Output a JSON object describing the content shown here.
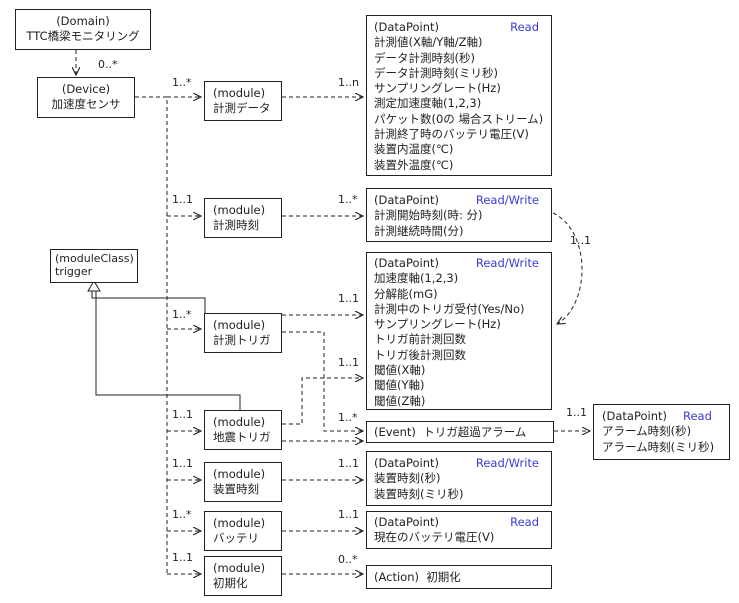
{
  "domain_box": {
    "stereotype": "(Domain)",
    "name": "TTC橋梁モニタリング"
  },
  "device_box": {
    "stereotype": "(Device)",
    "name": "加速度センサ"
  },
  "module_class": {
    "stereotype": "(moduleClass)",
    "name": "trigger"
  },
  "modules": [
    {
      "stereotype": "(module)",
      "name": "計測データ"
    },
    {
      "stereotype": "(module)",
      "name": "計測時刻"
    },
    {
      "stereotype": "(module)",
      "name": "計測トリガ"
    },
    {
      "stereotype": "(module)",
      "name": "地震トリガ"
    },
    {
      "stereotype": "(module)",
      "name": "装置時刻"
    },
    {
      "stereotype": "(module)",
      "name": "バッテリ"
    },
    {
      "stereotype": "(module)",
      "name": "初期化"
    }
  ],
  "datapoints": [
    {
      "stereotype": "(DataPoint)",
      "access": "Read",
      "items": [
        "計測値(X軸/Y軸/Z軸)",
        "データ計測時刻(秒)",
        "データ計測時刻(ミリ秒)",
        "サンプリングレート(Hz)",
        "測定加速度軸(1,2,3)",
        "パケット数(0の 場合ストリーム)",
        "計測終了時のバッテリ電圧(V)",
        "装置内温度(℃)",
        "装置外温度(℃)"
      ]
    },
    {
      "stereotype": "(DataPoint)",
      "access": "Read/Write",
      "items": [
        "計測開始時刻(時: 分)",
        "計測継続時間(分)"
      ]
    },
    {
      "stereotype": "(DataPoint)",
      "access": "Read/Write",
      "items": [
        "加速度軸(1,2,3)",
        "分解能(mG)",
        "計測中のトリガ受付(Yes/No)",
        "サンプリングレート(Hz)",
        "トリガ前計測回数",
        "トリガ後計測回数",
        "閾値(X軸)",
        "閾値(Y軸)",
        "閾値(Z軸)"
      ]
    },
    {
      "stereotype": "(DataPoint)",
      "access": "Read/Write",
      "items": [
        "装置時刻(秒)",
        "装置時刻(ミリ秒)"
      ]
    },
    {
      "stereotype": "(DataPoint)",
      "access": "Read",
      "items": [
        "現在のバッテリ電圧(V)"
      ]
    },
    {
      "stereotype": "(DataPoint)",
      "access": "Read",
      "items": [
        "アラーム時刻(秒)",
        "アラーム時刻(ミリ秒)"
      ]
    }
  ],
  "event_box": {
    "stereotype": "(Event)",
    "name": "トリガ超過アラーム"
  },
  "action_box": {
    "stereotype": "(Action)",
    "name": "初期化"
  },
  "multiplicities": {
    "domain_device": "0..*",
    "device_m0": "1..*",
    "device_m1": "1..1",
    "device_m2": "1..*",
    "device_m3": "1..1",
    "device_m4": "1..1",
    "device_m5": "1..*",
    "device_m6": "1..1",
    "m0_dp": "1..n",
    "m1_dp": "1..*",
    "m2_dp": "1..1",
    "m2_m3": "1..1",
    "m3_event": "1..*",
    "m4_dp": "1..1",
    "m5_dp": "1..1",
    "m6_action": "0..*",
    "dp1_dp2": "1..1",
    "event_dp": "1..1"
  },
  "colors": {
    "access": "#3a3adb",
    "line": "#222222"
  }
}
